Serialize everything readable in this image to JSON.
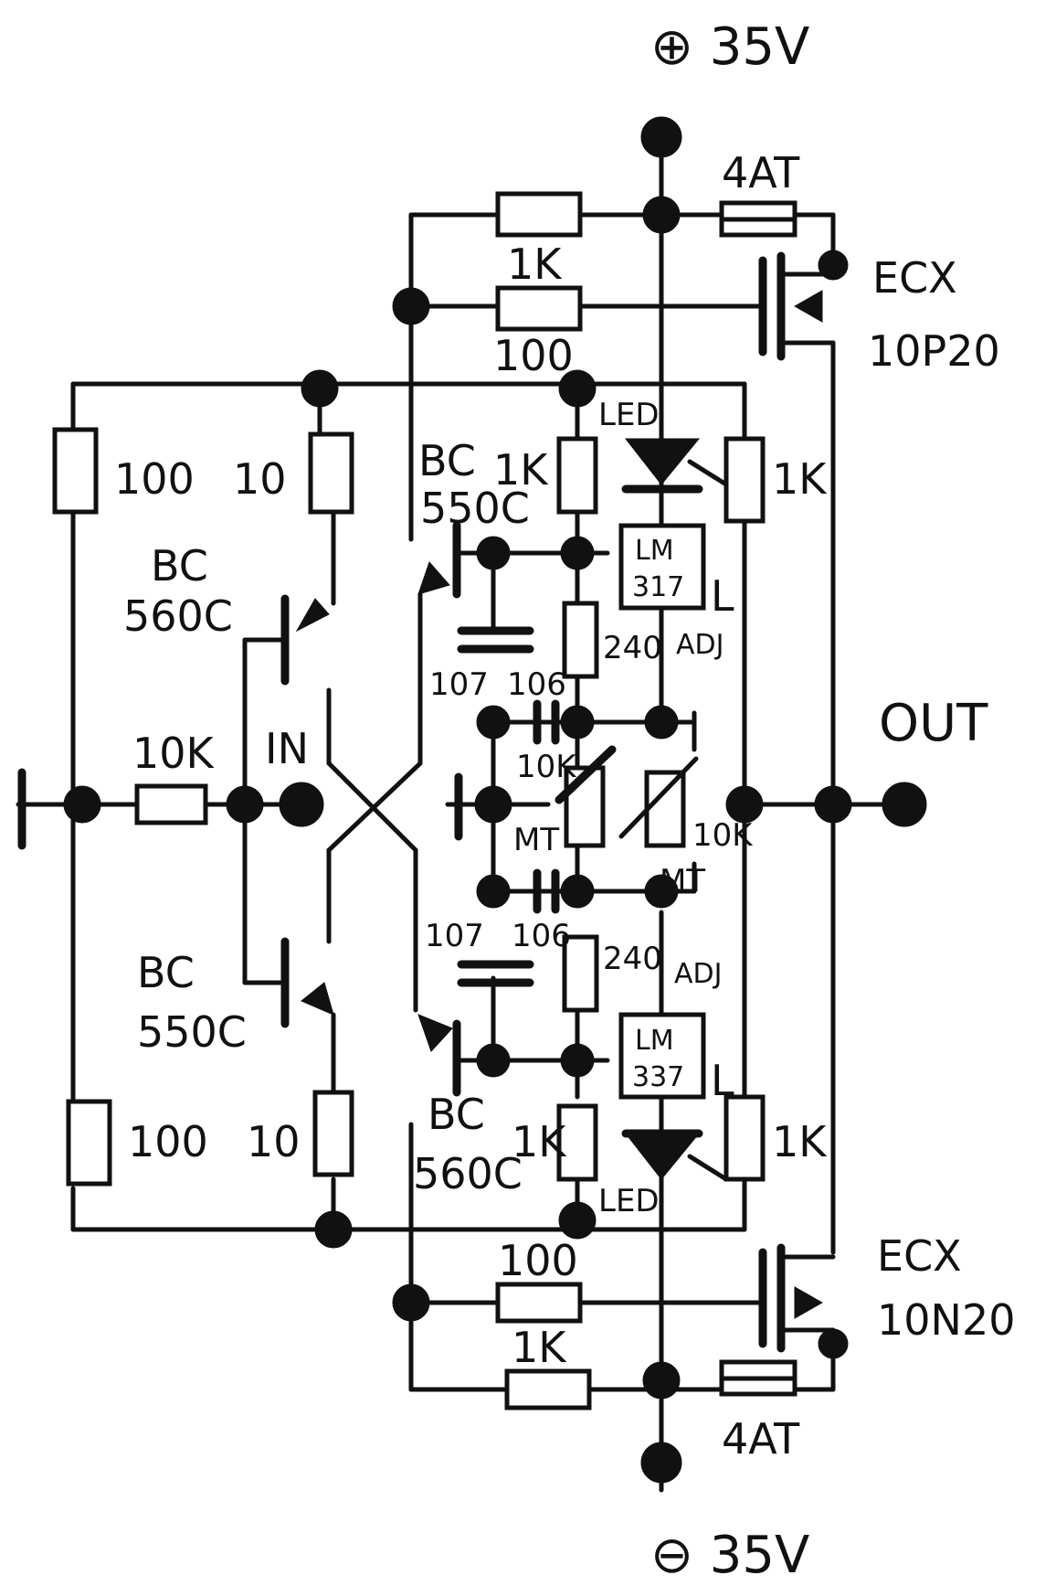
{
  "supply": {
    "pos": "⊕ 35V",
    "neg": "⊖ 35V"
  },
  "fuses": {
    "top": "4AT",
    "bottom": "4AT"
  },
  "mosfets": {
    "top": {
      "line1": "ECX",
      "line2": "10P20"
    },
    "bottom": {
      "line1": "ECX",
      "line2": "10N20"
    }
  },
  "resistors": {
    "top_1k": "1K",
    "top_100": "100",
    "bot_100": "100",
    "bot_1k": "1K",
    "left_100_top": "100",
    "left_10_top": "10",
    "left_100_bot": "100",
    "left_10_bot": "10",
    "input_10k": "10K",
    "mid_1k_top": "1K",
    "mid_1k_bot": "1K",
    "right_1k_top": "1K",
    "right_1k_bot": "1K",
    "adj_240_top": "240",
    "adj_240_bot": "240"
  },
  "transistors": {
    "q1_line1": "BC",
    "q1_line2": "560C",
    "q2_line1": "BC",
    "q2_line2": "550C",
    "q3_line1": "BC",
    "q3_line2": "550C",
    "q4_line1": "BC",
    "q4_line2": "560C"
  },
  "regulators": {
    "top_line1": "LM",
    "top_line2": "317",
    "top_pin": "L",
    "top_adj": "ADJ",
    "bot_line1": "LM",
    "bot_line2": "337",
    "bot_pin": "L",
    "bot_adj": "ADJ"
  },
  "leds": {
    "top": "LED",
    "bot": "LED"
  },
  "caps": {
    "top_107": "107",
    "top_106": "106",
    "bot_107": "107",
    "bot_106": "106"
  },
  "trimmers": {
    "left_value": "10K",
    "left_type": "MT",
    "right_value": "10K",
    "right_type": "MT"
  },
  "io": {
    "in": "IN",
    "out": "OUT"
  }
}
